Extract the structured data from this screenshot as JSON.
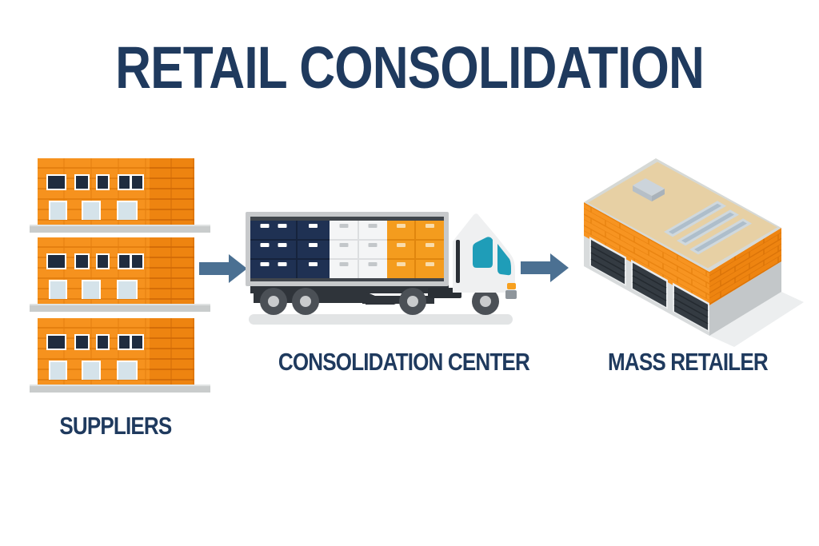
{
  "title": "RETAIL CONSOLIDATION",
  "nodes": {
    "suppliers": {
      "label": "SUPPLIERS",
      "building_count": 3
    },
    "consolidation_center": {
      "label": "CONSOLIDATION CENTER"
    },
    "mass_retailer": {
      "label": "MASS RETAILER"
    }
  },
  "flow": [
    "SUPPLIERS",
    "CONSOLIDATION CENTER",
    "MASS RETAILER"
  ],
  "icons": {
    "supplier_building": "warehouse-building-icon",
    "consolidation_truck": "cargo-truck-icon",
    "retailer_building": "isometric-store-icon",
    "flow_arrow": "right-arrow-icon"
  },
  "colors": {
    "background": "#ffffff",
    "title_text": "#1f3a5e",
    "arrow": "#4b7092",
    "building_orange": "#f6921e",
    "building_orange_dark": "#ee8410",
    "window_navy": "#1f2c3f",
    "door_light_blue": "#d5e3ea",
    "cargo_navy": "#1f3153",
    "cargo_white": "#f4f5f6",
    "cargo_orange": "#f49c1e",
    "cab_window_teal": "#1f9db8",
    "roof_tan": "#e7d0a4",
    "ground_gray": "#c9cccc"
  }
}
